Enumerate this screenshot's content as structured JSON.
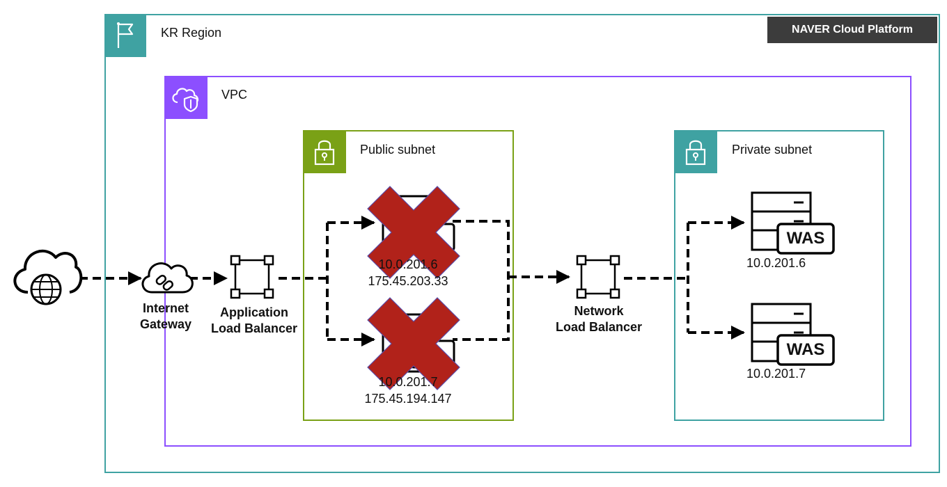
{
  "region": {
    "label": "KR Region",
    "border_color": "#3fa2a2"
  },
  "brand": {
    "label": "NAVER Cloud Platform"
  },
  "vpc": {
    "label": "VPC",
    "border_color": "#8c4fff"
  },
  "public_subnet": {
    "label": "Public subnet",
    "border_color": "#7aa116",
    "instances": [
      {
        "private_ip": "10.0.201.6",
        "public_ip": "175.45.203.33",
        "status": "failed"
      },
      {
        "private_ip": "10.0.201.7",
        "public_ip": "175.45.194.147",
        "status": "failed"
      }
    ]
  },
  "private_subnet": {
    "label": "Private subnet",
    "border_color": "#3fa2a2",
    "servers": [
      {
        "badge": "WAS",
        "ip": "10.0.201.6"
      },
      {
        "badge": "WAS",
        "ip": "10.0.201.7"
      }
    ]
  },
  "internet_gateway": {
    "line1": "Internet",
    "line2": "Gateway"
  },
  "application_lb": {
    "line1": "Application",
    "line2": "Load Balancer"
  },
  "network_lb": {
    "line1": "Network",
    "line2": "Load Balancer"
  },
  "icons": {
    "client": "cloud-globe-icon",
    "gateway": "cloud-link-icon",
    "load_balancer": "load-balancer-icon",
    "server": "server-icon",
    "failure": "red-x-icon"
  },
  "colors": {
    "failure": "#b1221a",
    "line": "#000000"
  }
}
